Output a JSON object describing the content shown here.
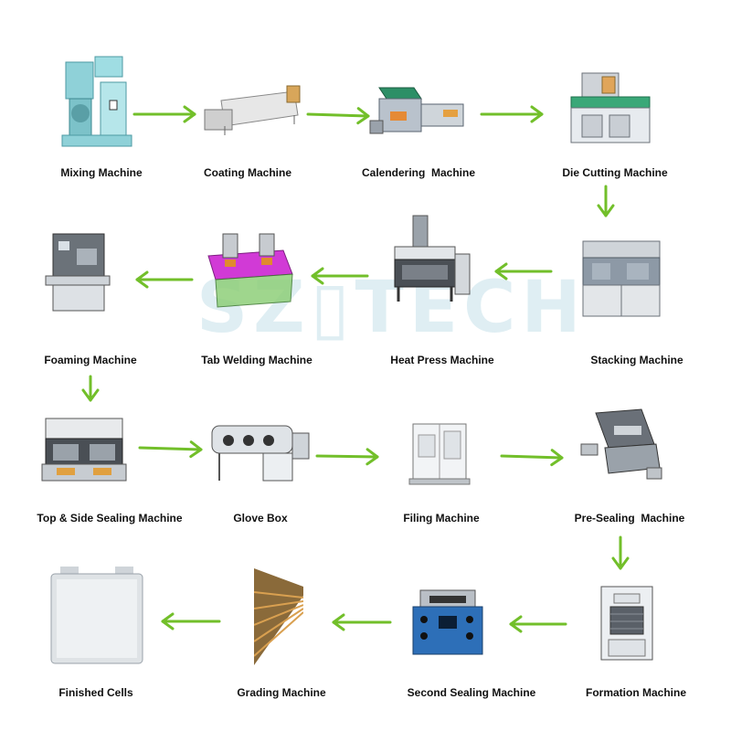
{
  "watermark": {
    "text": "SZ▯TECH",
    "mark": "®"
  },
  "arrow_color": "#72bf2a",
  "stages": [
    {
      "id": "mixing",
      "label": "Mixing Machine"
    },
    {
      "id": "coating",
      "label": "Coating Machine"
    },
    {
      "id": "calendering",
      "label": "Calendering  Machine"
    },
    {
      "id": "die-cutting",
      "label": "Die Cutting Machine"
    },
    {
      "id": "stacking",
      "label": "Stacking Machine"
    },
    {
      "id": "heat-press",
      "label": "Heat Press Machine"
    },
    {
      "id": "tab-welding",
      "label": "Tab Welding Machine"
    },
    {
      "id": "foaming",
      "label": "Foaming Machine"
    },
    {
      "id": "top-side-sealing",
      "label": "Top & Side Sealing Machine"
    },
    {
      "id": "glove-box",
      "label": "Glove Box"
    },
    {
      "id": "filing",
      "label": "Filing Machine"
    },
    {
      "id": "pre-sealing",
      "label": "Pre-Sealing  Machine"
    },
    {
      "id": "formation",
      "label": "Formation Machine"
    },
    {
      "id": "second-sealing",
      "label": "Second Sealing Machine"
    },
    {
      "id": "grading",
      "label": "Grading Machine"
    },
    {
      "id": "finished-cells",
      "label": "Finished Cells"
    }
  ]
}
